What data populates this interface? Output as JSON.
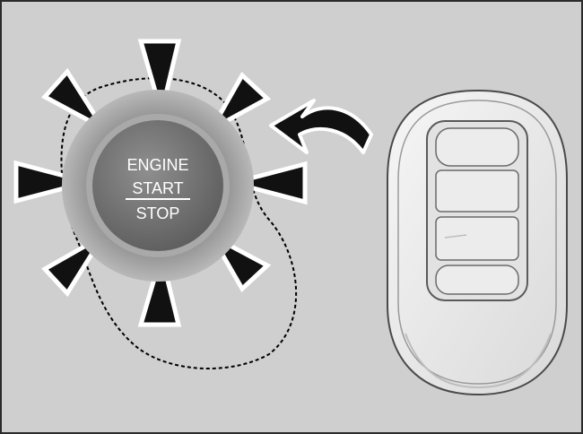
{
  "button": {
    "line1": "ENGINE",
    "line2": "START",
    "line3": "STOP"
  },
  "colors": {
    "background": "#cfcfcf",
    "frame": "#2b2b2b",
    "ray_fill": "#111111",
    "ray_outline": "#ffffff",
    "button_face": "#7a7a7a",
    "fob_body": "#e9e9e9"
  },
  "icons": [
    "attention-ray-icon",
    "curved-arrow-icon",
    "key-fob-icon"
  ]
}
